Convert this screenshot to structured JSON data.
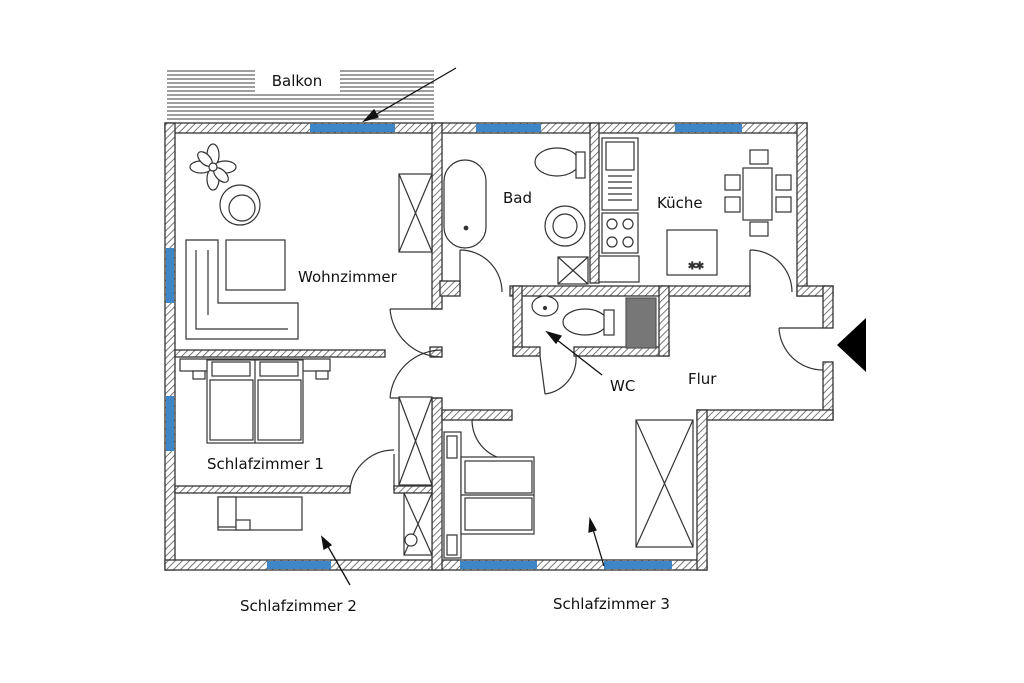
{
  "colors": {
    "window": "#3f86c6",
    "wall_hatch": "#555555",
    "line": "#333333",
    "entrance_arrow": "#000000"
  },
  "labels": {
    "balkon": "Balkon",
    "bad": "Bad",
    "kueche": "Küche",
    "wohnzimmer": "Wohnzimmer",
    "wc": "WC",
    "flur": "Flur",
    "schlafzimmer1": "Schlafzimmer 1",
    "schlafzimmer2": "Schlafzimmer 2",
    "schlafzimmer3": "Schlafzimmer 3",
    "stove_mark": "**"
  },
  "icons": [
    "entrance-arrow-icon",
    "plant-icon"
  ]
}
